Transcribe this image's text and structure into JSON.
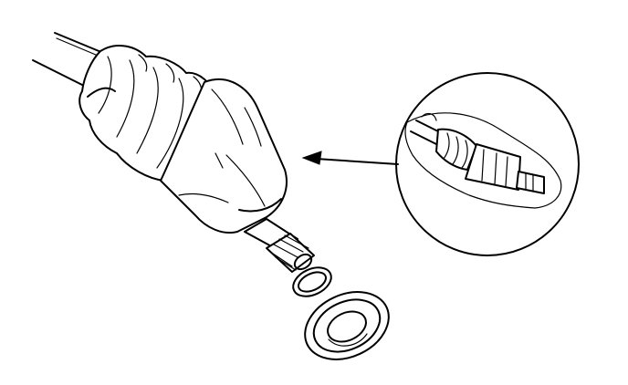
{
  "diagram": {
    "parts": [
      {
        "name": "drive-shaft",
        "kind": "shaft"
      },
      {
        "name": "cv-boot",
        "kind": "boot"
      },
      {
        "name": "cv-joint-housing",
        "kind": "housing"
      },
      {
        "name": "splined-stub-shaft",
        "kind": "spline"
      },
      {
        "name": "circlip",
        "kind": "ring"
      },
      {
        "name": "oil-seal",
        "kind": "seal"
      }
    ],
    "callout": {
      "arrow_direction": "left",
      "inset": "detail-view-drive-shaft-assembly"
    },
    "colors": {
      "ink": "#000000",
      "paper": "#ffffff"
    }
  }
}
